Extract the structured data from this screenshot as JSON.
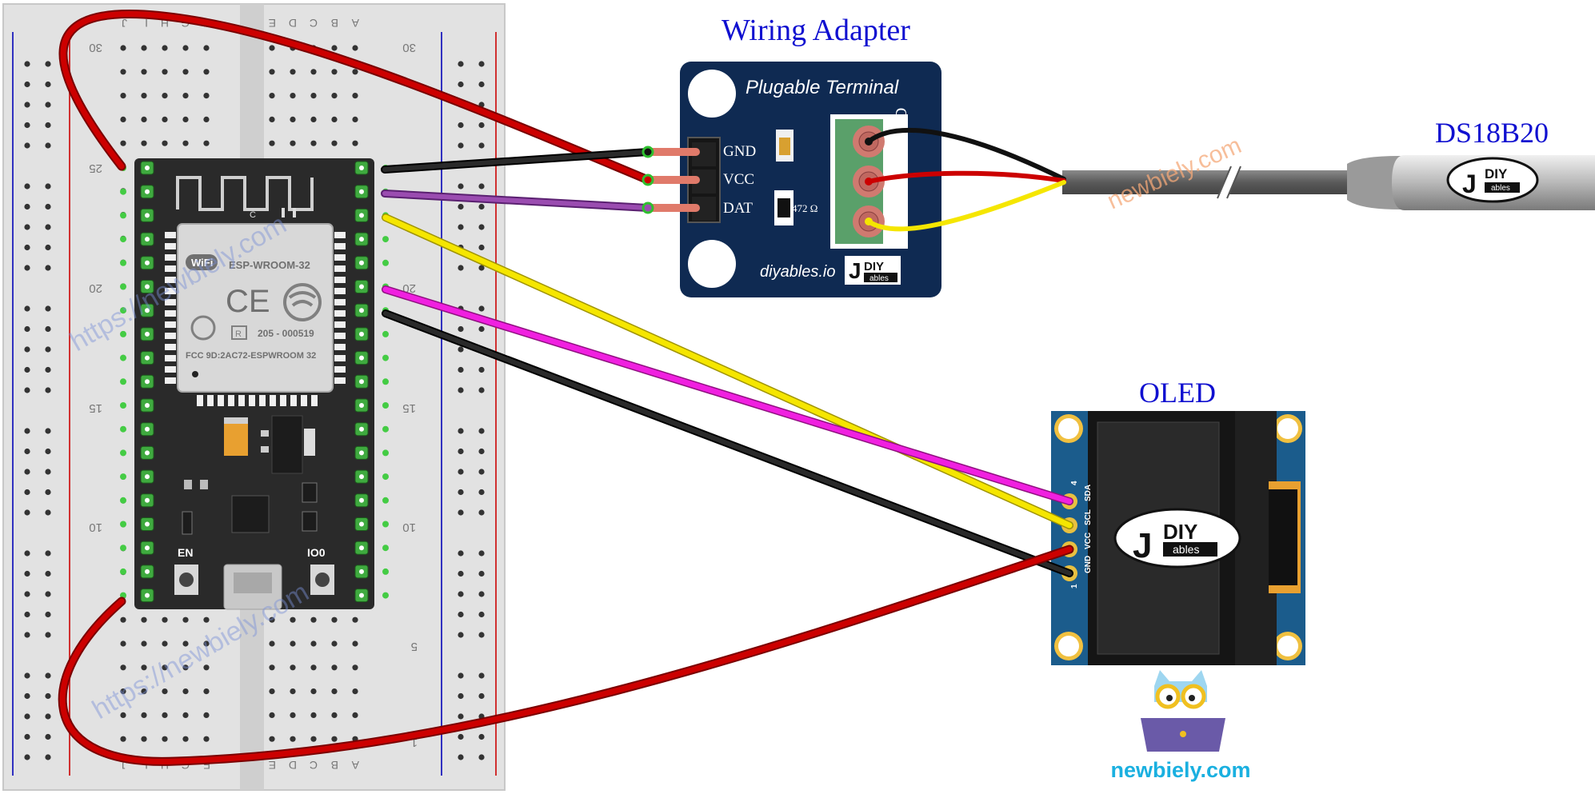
{
  "labels": {
    "wiring_adapter": "Wiring Adapter",
    "sensor": "DS18B20",
    "oled": "OLED"
  },
  "breadboard": {
    "top_letters": [
      "J",
      "I",
      "H",
      "G",
      "F",
      "E",
      "D",
      "C",
      "B",
      "A"
    ],
    "row_numbers": [
      "30",
      "25",
      "20",
      "15",
      "10",
      "5",
      "1"
    ]
  },
  "esp32": {
    "module_name": "ESP-WROOM-32",
    "wifi_badge": "WiFi",
    "ce_mark": "CE",
    "r_code": "205 - 000519",
    "fcc_id": "FCC 9D:2AC72-ESPWROOM 32",
    "button_en": "EN",
    "button_io0": "IO0",
    "antenna_mark": "C"
  },
  "adapter": {
    "title": "Plugable Terminal",
    "pins": [
      "GND",
      "VCC",
      "DAT"
    ],
    "terminal_pins": [
      "GND",
      "VCC",
      "DAT"
    ],
    "resistor_value": "472 Ω",
    "footer": "diyables.io"
  },
  "brand_logo": {
    "top": "DIY",
    "bottom": "ables"
  },
  "oled": {
    "pin_labels": [
      "SDA",
      "SCL",
      "VCC",
      "GND"
    ],
    "pin_numbers": [
      "4",
      "1"
    ]
  },
  "watermarks": {
    "tilted": "https://newbiely.com",
    "sensor_cable": "newbiely.com"
  },
  "footer_brand": "newbiely.com",
  "colors": {
    "title_blue": "#1010d0",
    "board_black": "#2a2a2a",
    "adapter_navy": "#0f2a52",
    "oled_blue": "#1b5c8c",
    "wire_red": "#cc0000",
    "wire_black": "#1a1a1a",
    "wire_yellow": "#f5e600",
    "wire_purple": "#8a44a0",
    "wire_magenta": "#f020e0",
    "footer_cyan": "#1ab0e0"
  }
}
